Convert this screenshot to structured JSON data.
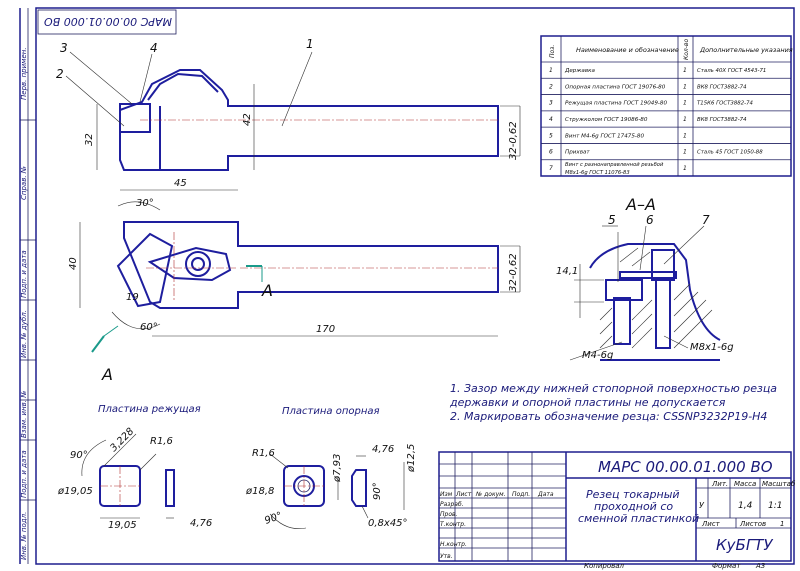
{
  "doc_number": "МАРС 00.00.01.000 ВО",
  "doc_number_rotated": "МАРС 00.00.01.000 ВО",
  "title_lines": [
    "Резец токарный",
    "проходной со",
    "сменной пластинкой"
  ],
  "organization": "КуБГТУ",
  "title_block": {
    "col_headers": [
      "Изм",
      "Лист",
      "№ докум.",
      "Подп.",
      "Дата"
    ],
    "role_rows": [
      "Разраб.",
      "Пров.",
      "Т.контр.",
      "",
      "Н.контр.",
      "Утв."
    ],
    "lit_label": "Лит.",
    "mass_label": "Масса",
    "scale_label": "Масштаб",
    "lit_value": "У",
    "mass_value": "1,4",
    "scale_value": "1:1",
    "sheet_label": "Лист",
    "sheets_label": "Листов",
    "sheets_value": "1",
    "copied": "Копировал",
    "format": "Формат",
    "format_value": "А3"
  },
  "side_stamp": [
    "Перв. примен.",
    "Справ. №",
    "Подп. и дата",
    "Инв. № дубл.",
    "Взам. инв. №",
    "Подп. и дата",
    "Инв. № подл."
  ],
  "spec_table": {
    "headers": [
      "Поз.",
      "Наименование и обозначение",
      "Кол-во",
      "Дополнительные указания"
    ],
    "rows": [
      {
        "pos": "1",
        "name": "Державка",
        "qty": "1",
        "note": "Сталь 40Х ГОСТ 4543-71"
      },
      {
        "pos": "2",
        "name": "Опорная пластина  ГОСТ 19076-80",
        "qty": "1",
        "note": "ВК8 ГОСТ3882-74"
      },
      {
        "pos": "3",
        "name": "Режущая пластина  ГОСТ 19049-80",
        "qty": "1",
        "note": "Т15К6 ГОСТ3882-74"
      },
      {
        "pos": "4",
        "name": "Стружколом  ГОСТ 19086-80",
        "qty": "1",
        "note": "ВК8 ГОСТ3882-74"
      },
      {
        "pos": "5",
        "name": "Винт М4-6g ГОСТ 17475-80",
        "qty": "1",
        "note": ""
      },
      {
        "pos": "6",
        "name": "Прихват",
        "qty": "1",
        "note": "Сталь 45 ГОСТ 1050-88"
      },
      {
        "pos": "7",
        "name": "Винт с разнонаправленной резьбой М8х1-6g ГОСТ 11076-83",
        "qty": "1",
        "note": ""
      }
    ]
  },
  "notes": [
    "1. Зазор между нижней стопорной поверхностью резца",
    "державки и опорной пластины не допускается",
    "2. Маркировать обозначение резца: CSSNP3232P19-H4"
  ],
  "views": {
    "front_dims": {
      "height_left": "32",
      "height_right": "42",
      "shank": "32-0,62"
    },
    "top_dims": {
      "length_45": "45",
      "angle_30": "30°",
      "width_40": "40",
      "len_19": "19",
      "angle_60": "60°",
      "total": "170",
      "shank": "32-0,62"
    },
    "section_label": "А–А",
    "section_mark": "А",
    "section_dims": {
      "d141": "14,1",
      "m4": "M4-6g",
      "m8": "M8x1-6g"
    },
    "leaders": [
      "1",
      "2",
      "3",
      "4",
      "5",
      "6",
      "7"
    ]
  },
  "insert_cutting": {
    "title": "Пластина режущая",
    "angle": "90°",
    "d1": "3,228",
    "r": "R1,6",
    "dia": "ø19,05",
    "width": "19,05",
    "thick": "4,76"
  },
  "insert_support": {
    "title": "Пластина опорная",
    "r": "R1,6",
    "dia": "ø18,8",
    "angle": "90°",
    "d793": "ø7,93",
    "d125": "ø12,5",
    "thick": "4,76",
    "angle2": "90°",
    "chamfer": "0,8х45°"
  }
}
